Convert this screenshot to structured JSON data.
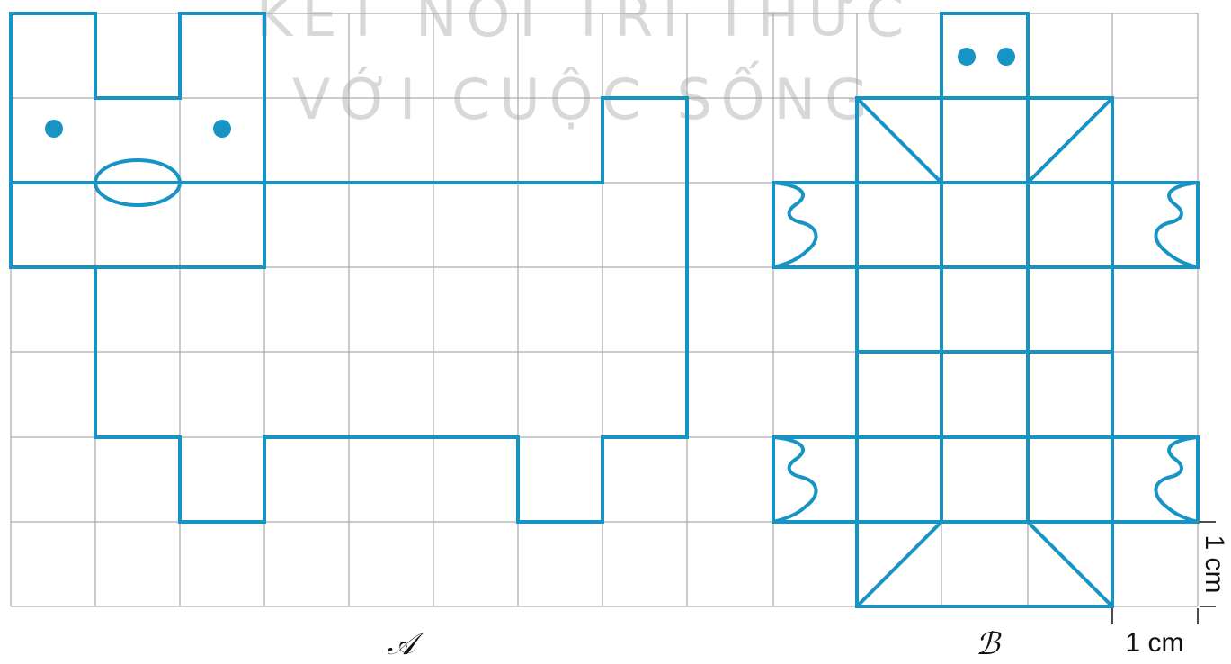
{
  "colors": {
    "grid": "#9a9a9a",
    "shape": "#1793c4",
    "text": "#111111",
    "watermark": "#d8d8d8"
  },
  "watermark": {
    "line1": "KẾT NỐI TRI THỨC",
    "line2": "VỚI CUỘC SỐNG"
  },
  "figures": {
    "a_label": "𝒜",
    "b_label": "ℬ"
  },
  "scale": {
    "horizontal": "1 cm",
    "vertical": "1 cm"
  }
}
